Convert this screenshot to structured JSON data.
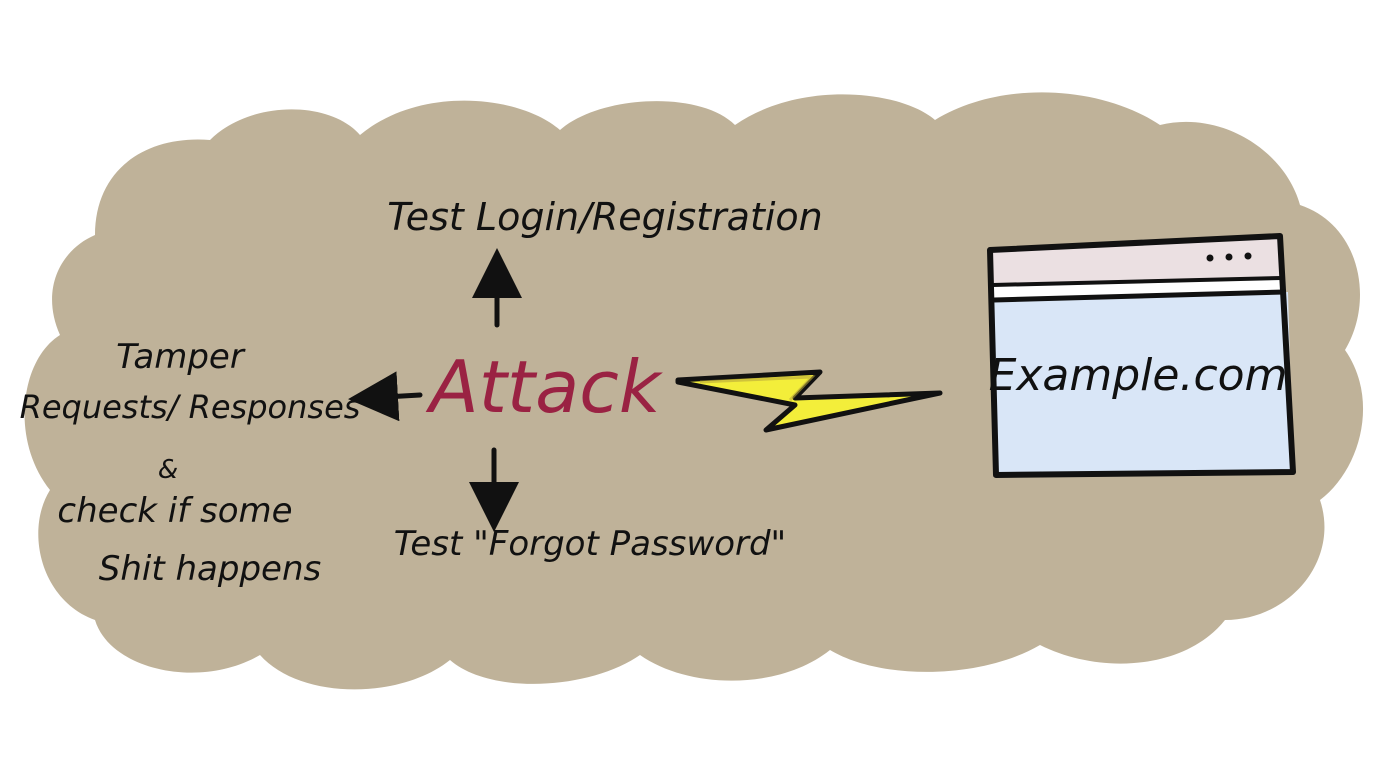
{
  "diagram": {
    "center_label": "Attack",
    "top_label": "Test Login/Registration",
    "bottom_label": "Test \"Forgot Password\"",
    "left_label_lines": [
      "Tamper",
      "Requests/ Responses",
      "&",
      "check if some",
      "Shit happens"
    ],
    "target_site_label": "Example.com",
    "browser_menu_icon": "three-dots-icon",
    "lightning_icon": "lightning-bolt-icon"
  },
  "colors": {
    "background": "#ffffff",
    "cloud": "#bfb299",
    "attack_text": "#9a2243",
    "ink": "#111111",
    "browser_titlebar": "#ebe0e2",
    "browser_content": "#d9e6f7",
    "lightning_fill": "#f3ee3a"
  }
}
